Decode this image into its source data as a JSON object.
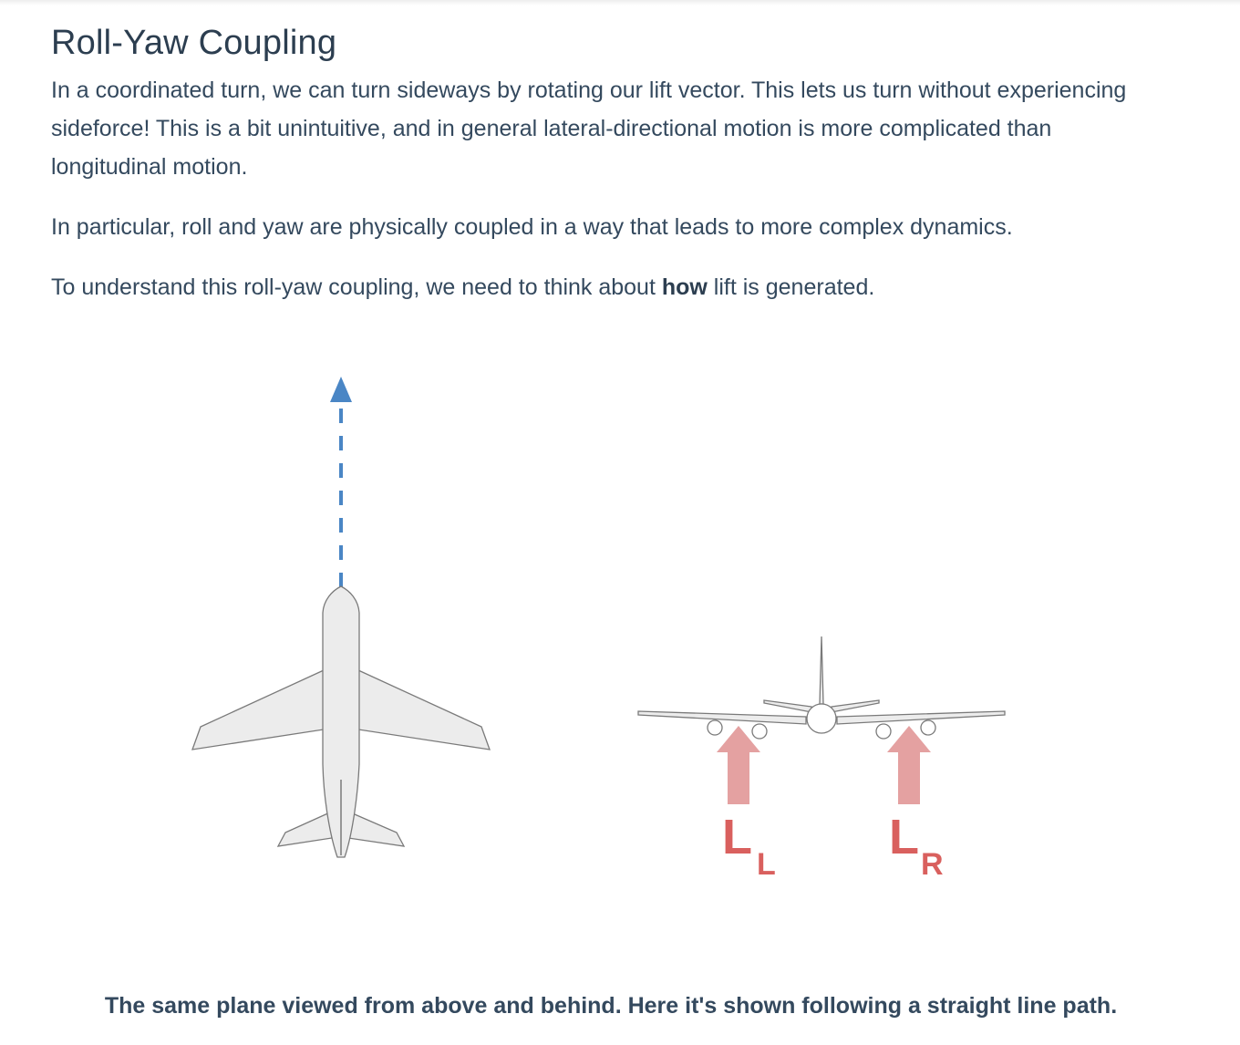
{
  "article": {
    "heading": "Roll-Yaw Coupling",
    "paragraph_1": "In a coordinated turn, we can turn sideways by rotating our lift vector. This lets us turn without experiencing sideforce! This is a bit unintuitive, and in general lateral-directional motion is more complicated than longitudinal motion.",
    "paragraph_2": "In particular, roll and yaw are physically coupled in a way that leads to more complex dynamics.",
    "paragraph_3_before": "To understand this roll-yaw coupling, we need to think about ",
    "paragraph_3_bold": "how",
    "paragraph_3_after": " lift is generated."
  },
  "figure": {
    "left_label_main": "L",
    "left_label_sub": "L",
    "right_label_main": "L",
    "right_label_sub": "R",
    "caption": "The same plane viewed from above and behind. Here it's shown following a straight line path.",
    "colors": {
      "path_arrow": "#4a86c5",
      "lift_arrow": "#e4a1a1",
      "lift_label": "#d9605e",
      "plane_fill": "#ececec",
      "plane_stroke": "#7a7a7a"
    }
  }
}
